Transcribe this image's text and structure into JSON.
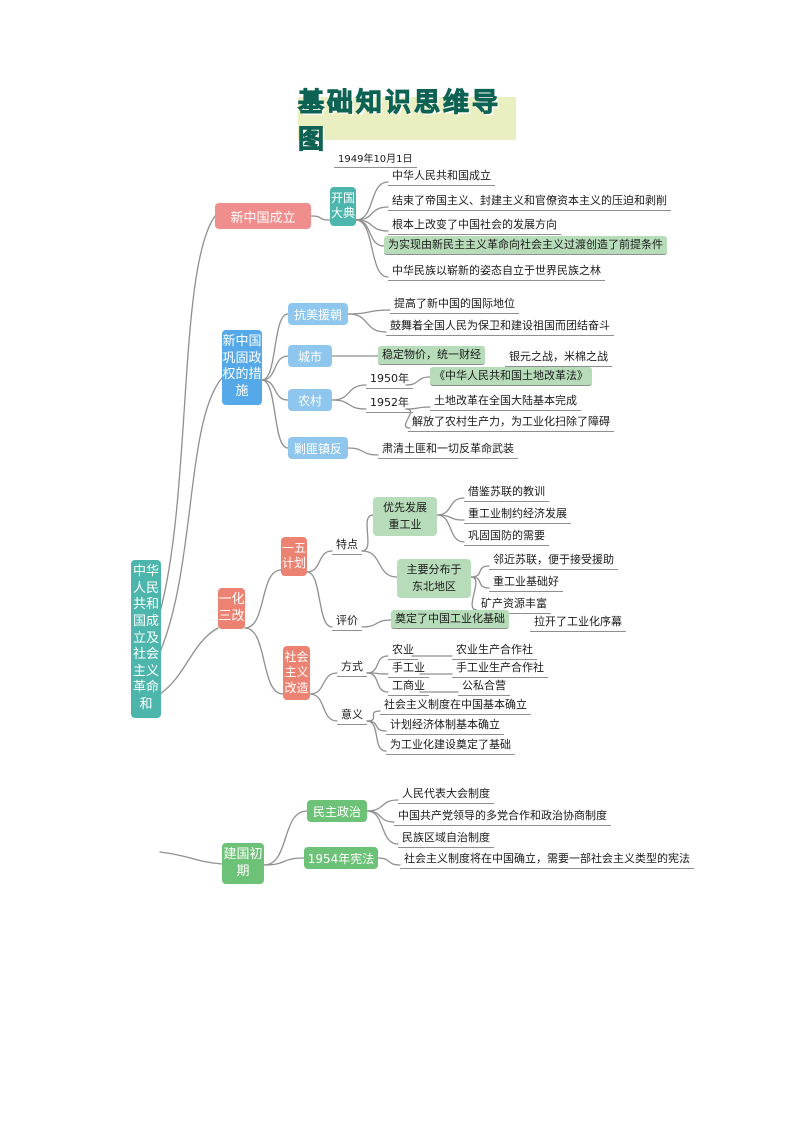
{
  "title": "基础知识思维导图",
  "root": {
    "label": "中华人民共和国成立及社会主义革命和"
  },
  "b1": {
    "label": "新中国成立",
    "child": "开国大典",
    "date": "1949年10月1日",
    "leaf1": "中华人民共和国成立",
    "leaf2": "结束了帝国主义、封建主义和官僚资本主义的压迫和剥削",
    "leaf3": "根本上改变了中国社会的发展方向",
    "leaf4": "为实现由新民主主义革命向社会主义过渡创造了前提条件",
    "leaf5": "中华民族以崭新的姿态自立于世界民族之林"
  },
  "b2": {
    "label": "新中国巩固政权的措施",
    "kangmei": "抗美援朝",
    "kangmei1": "提高了新中国的国际地位",
    "kangmei2": "鼓舞着全国人民为保卫和建设祖国而团结奋斗",
    "chengshi": "城市",
    "chengshi_hl": "稳定物价，统一财经",
    "chengshi_note": "银元之战，米棉之战",
    "nongcun": "农村",
    "y1950": "1950年",
    "law": "《中华人民共和国土地改革法》",
    "y1952": "1952年",
    "reform_done": "土地改革在全国大陆基本完成",
    "reform_effect": "解放了农村生产力，为工业化扫除了障碍",
    "jiaofei": "剿匪镇反",
    "jiaofei1": "肃清土匪和一切反革命武装"
  },
  "b3": {
    "label": "一化三改",
    "plan": "一五计划",
    "tedian": "特点",
    "youxian": "优先发展重工业",
    "youxian1": "借鉴苏联的教训",
    "youxian2": "重工业制约经济发展",
    "youxian3": "巩固国防的需要",
    "dongbei": "主要分布于东北地区",
    "dongbei1": "邻近苏联，便于接受援助",
    "dongbei2": "重工业基础好",
    "dongbei3": "矿产资源丰富",
    "pingjia": "评价",
    "pingjia_hl": "奠定了中国工业化基础",
    "pingjia_note": "拉开了工业化序幕",
    "gaizao": "社会主义改造",
    "fangshi": "方式",
    "nongye": "农业",
    "nongye_v": "农业生产合作社",
    "shougongye": "手工业",
    "shougongye_v": "手工业生产合作社",
    "gongshangye": "工商业",
    "gongshangye_v": "公私合营",
    "yiyi": "意义",
    "yiyi1": "社会主义制度在中国基本确立",
    "yiyi2": "计划经济体制基本确立",
    "yiyi3": "为工业化建设奠定了基础"
  },
  "b4": {
    "label": "建国初期",
    "minzhu": "民主政治",
    "minzhu1": "人民代表大会制度",
    "minzhu2": "中国共产党领导的多党合作和政治协商制度",
    "minzhu3": "民族区域自治制度",
    "xianfa": "1954年宪法",
    "xianfa1": "社会主义制度将在中国确立，需要一部社会主义类型的宪法"
  },
  "colors": {
    "root_teal": "#4db6ac",
    "branch_pink": "#ef8e8c",
    "branch_blue": "#55a9e8",
    "branch_light_blue": "#8ec6ee",
    "branch_coral": "#ec8272",
    "branch_green": "#6cc276",
    "highlight_green": "#b7dcb9",
    "title_bg": "#e9efc0",
    "connector_gray": "#8f8f8f"
  }
}
